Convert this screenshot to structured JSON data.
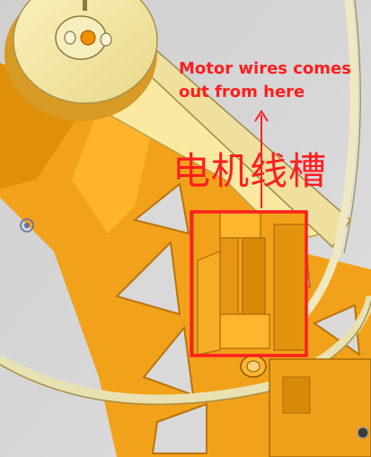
{
  "annotation": {
    "english_line1": "Motor wires comes",
    "english_line2": "out from here",
    "chinese_label": "电机线槽"
  },
  "colors": {
    "background": "#d4d4d4",
    "part_orange": "#f5a623",
    "part_orange_dark": "#c97c08",
    "part_cream": "#f3e7a6",
    "annotation_red": "#ff1e1e"
  }
}
